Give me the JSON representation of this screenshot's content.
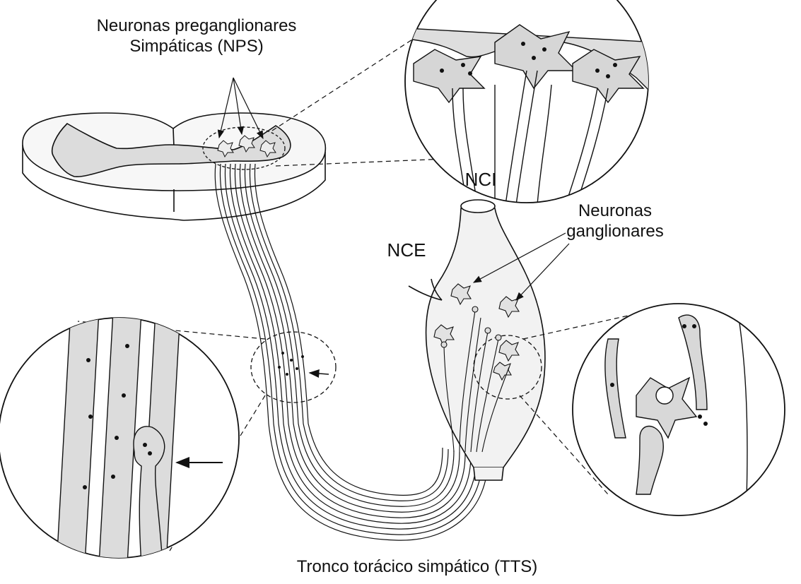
{
  "labels": {
    "nps_line1": "Neuronas preganglionares",
    "nps_line2": "Simpáticas (NPS)",
    "nci": "NCI",
    "nce": "NCE",
    "ganglion_line1": "Neuronas",
    "ganglion_line2": "ganglionares",
    "tts": "Tronco torácico simpático (TTS)"
  },
  "colors": {
    "outline": "#111111",
    "fill_light": "#f2f2f2",
    "fill_mid": "#d9d9d9",
    "paper": "#ffffff"
  }
}
